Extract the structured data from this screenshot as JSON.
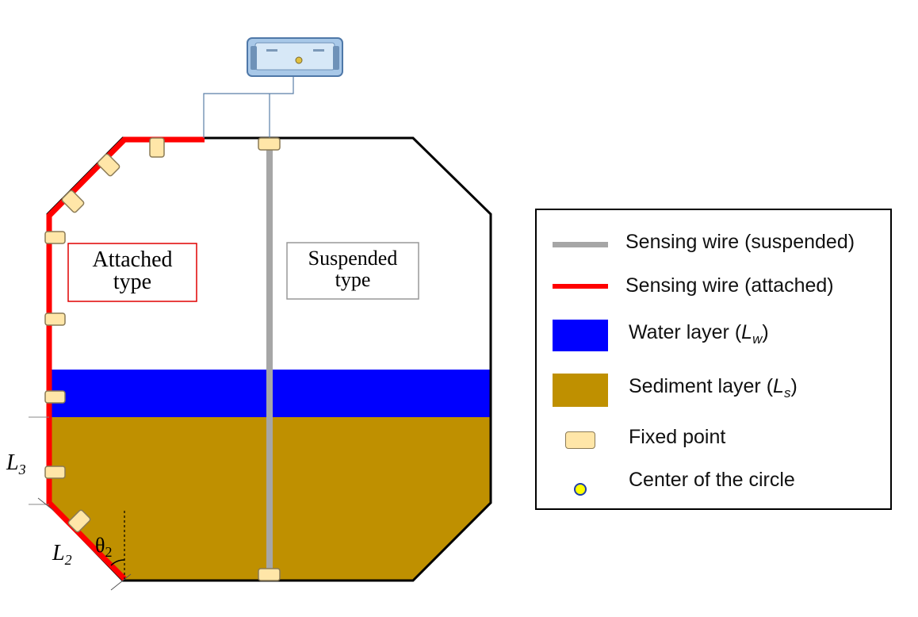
{
  "labels": {
    "attached_box_line1": "Attached",
    "attached_box_line2": "type",
    "suspended_box_line1": "Suspended",
    "suspended_box_line2": "type",
    "L3": "L3",
    "L2": "L2",
    "theta2": "θ2"
  },
  "legend": {
    "wire_suspended": "Sensing wire (suspended)",
    "wire_attached": "Sensing wire (attached)",
    "water_layer_prefix": "Water layer (",
    "water_layer_symbol": "L",
    "water_layer_sub": "w",
    "water_layer_suffix": ")",
    "sediment_layer_prefix": "Sediment layer (",
    "sediment_layer_symbol": "L",
    "sediment_layer_sub": "s",
    "sediment_layer_suffix": ")",
    "fixed_point": "Fixed point",
    "center_circle": "Center of the circle"
  },
  "colors": {
    "water": "#0000ff",
    "sediment": "#bf9000",
    "attached_wire": "#ff0000",
    "suspended_wire": "#a6a6a6",
    "fixed_point_fill": "#ffe6a8",
    "fixed_point_stroke": "#8a7a55",
    "center_fill": "#ffff00",
    "center_stroke": "#1f3ea8",
    "attached_box_border": "#e00000",
    "suspended_box_border": "#999999"
  },
  "icons": {
    "monitor": "data-logger-icon"
  }
}
